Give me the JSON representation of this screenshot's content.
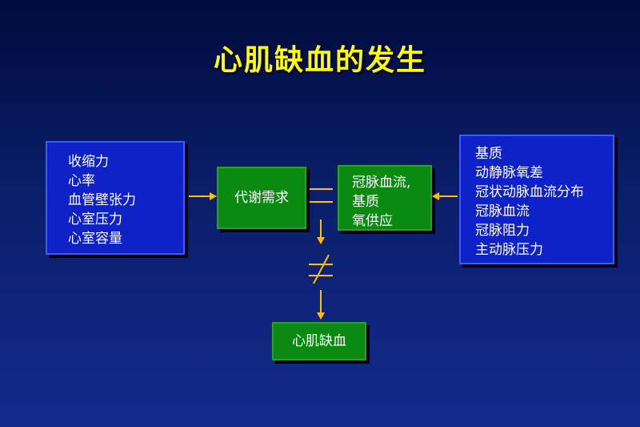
{
  "title": "心肌缺血的发生",
  "left_box": {
    "items": [
      "收缩力",
      "心率",
      "血管壁张力",
      "心室压力",
      "心室容量"
    ]
  },
  "demand_box": {
    "label": "代谢需求"
  },
  "supply_box": {
    "items": [
      "冠脉血流,",
      "基质",
      "氧供应"
    ]
  },
  "right_box": {
    "items": [
      "基质",
      "动静脉氧差",
      "冠状动脉血流分布",
      "冠脉血流",
      "冠脉阻力",
      "主动脉压力"
    ]
  },
  "result_box": {
    "label": "心肌缺血"
  },
  "colors": {
    "accent": "#ffff00",
    "arrow": "#ffc000",
    "box_blue": "#0e22c8",
    "box_green": "#0a8a10"
  }
}
